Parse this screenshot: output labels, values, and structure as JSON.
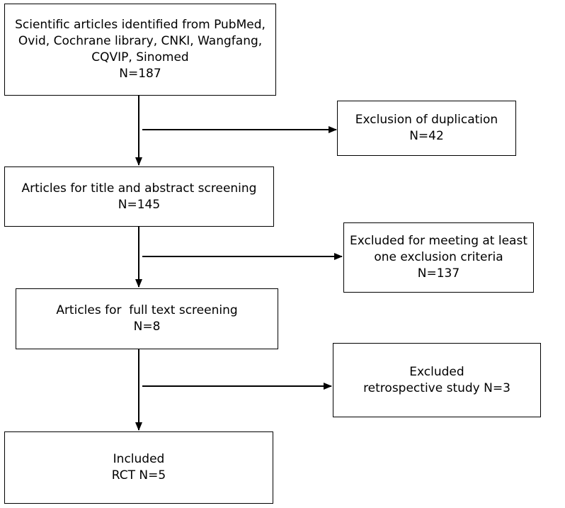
{
  "diagram": {
    "nodes": [
      {
        "id": "identified",
        "lines": [
          "Scientific articles identified from PubMed,",
          "Ovid, Cochrane library, CNKI, Wangfang,",
          "CQVIP, Sinomed",
          "N=187"
        ]
      },
      {
        "id": "duplication",
        "lines": [
          "Exclusion of duplication",
          "N=42"
        ]
      },
      {
        "id": "title-abstract",
        "lines": [
          "Articles for title and abstract screening",
          "N=145"
        ]
      },
      {
        "id": "excluded-criteria",
        "lines": [
          "Excluded for meeting at least",
          "one exclusion criteria",
          "N=137"
        ]
      },
      {
        "id": "full-text",
        "lines": [
          "Articles for  full text screening",
          "N=8"
        ]
      },
      {
        "id": "excluded-retro",
        "lines": [
          "Excluded",
          "retrospective study N=3"
        ]
      },
      {
        "id": "included",
        "lines": [
          "Included",
          "RCT N=5"
        ]
      }
    ],
    "edges": [
      {
        "from": "identified",
        "to": "title-abstract"
      },
      {
        "from": "identified",
        "to": "duplication"
      },
      {
        "from": "title-abstract",
        "to": "full-text"
      },
      {
        "from": "title-abstract",
        "to": "excluded-criteria"
      },
      {
        "from": "full-text",
        "to": "included"
      },
      {
        "from": "full-text",
        "to": "excluded-retro"
      }
    ]
  }
}
